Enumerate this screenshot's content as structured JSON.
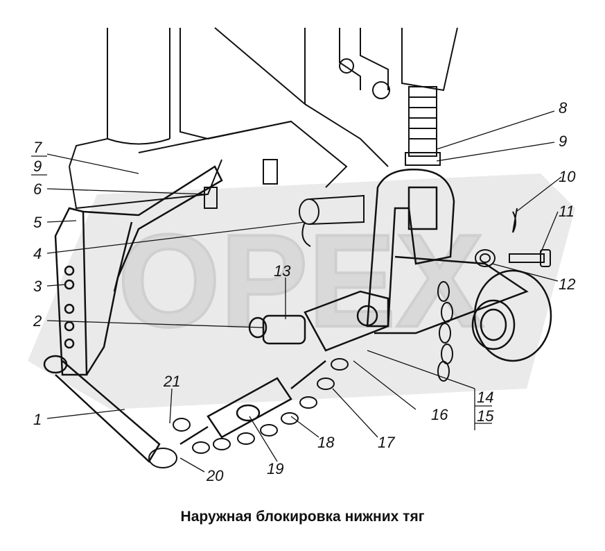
{
  "watermark": {
    "text": "ОРЕХ",
    "color": "#d9d9d9"
  },
  "caption": "Наружная блокировка нижних тяг",
  "callouts": {
    "c1": "1",
    "c2": "2",
    "c3": "3",
    "c4": "4",
    "c5": "5",
    "c6": "6",
    "c7": "7",
    "c9a": "9",
    "c8": "8",
    "c9b": "9",
    "c10": "10",
    "c11": "11",
    "c12": "12",
    "c13": "13",
    "c14": "14",
    "c15": "15",
    "c16": "16",
    "c17": "17",
    "c18": "18",
    "c19": "19",
    "c20": "20",
    "c21": "21"
  }
}
